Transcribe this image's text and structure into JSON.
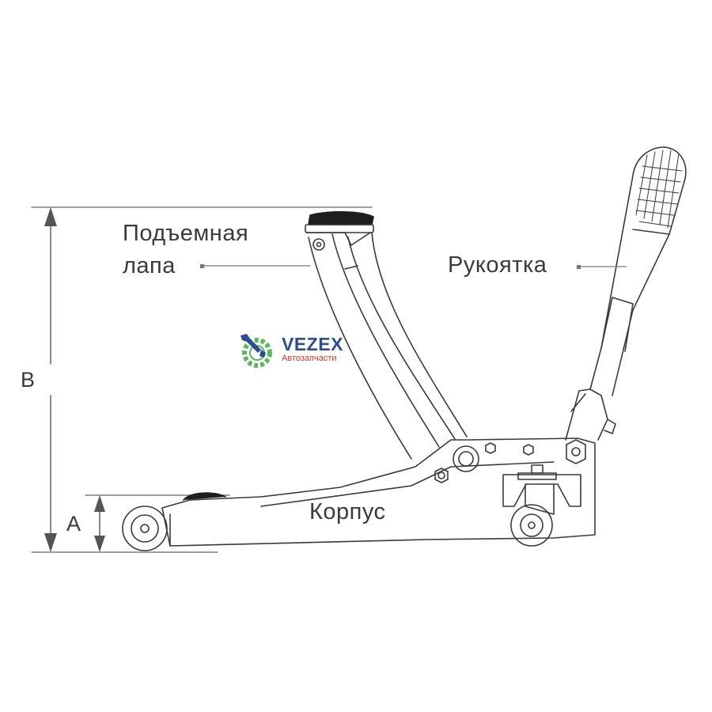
{
  "labels": {
    "lifting_arm_line1": "Подъемная",
    "lifting_arm_line2": "лапа",
    "handle": "Рукоятка",
    "body": "Корпус",
    "dim_a": "A",
    "dim_b": "B"
  },
  "brand": {
    "name": "VEZEX",
    "tagline": "Автозапчасти"
  },
  "colors": {
    "line": "#3a3a3a",
    "dim_line": "#555555",
    "pad": "#1e1e1e",
    "brand_blue": "#2b4e8c",
    "brand_green": "#5cb85c",
    "brand_red": "#d23a2c"
  }
}
